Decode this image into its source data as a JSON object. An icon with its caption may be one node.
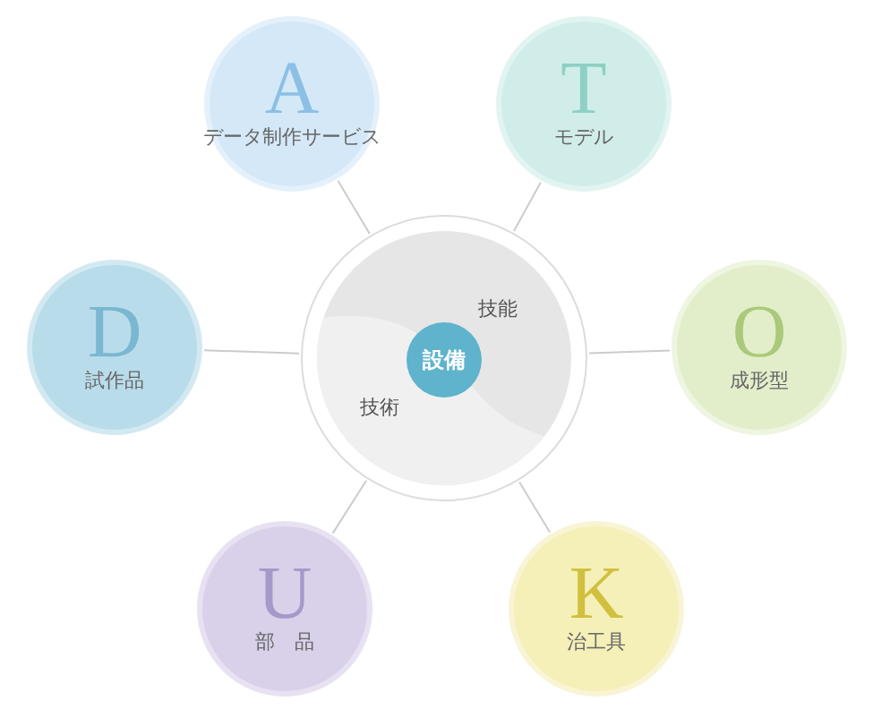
{
  "diagram": {
    "nodes": [
      {
        "text": [
          "技能",
          "技術"
        ]
      },
      {
        "text": [
          "設備"
        ],
        "in": 0
      },
      {
        "text": [
          "A",
          "データ制作サービス"
        ]
      },
      {
        "text": [
          "T",
          "モデル"
        ]
      },
      {
        "text": [
          "D",
          "試作品"
        ]
      },
      {
        "text": [
          "O",
          "成形型"
        ]
      },
      {
        "text": [
          "U",
          "部　品"
        ]
      },
      {
        "text": [
          "K",
          "治工具"
        ]
      }
    ],
    "edges": [
      {
        "from": 2,
        "to": 0,
        "arrow": "none"
      },
      {
        "from": 3,
        "to": 0,
        "arrow": "none"
      },
      {
        "from": 4,
        "to": 0,
        "arrow": "none"
      },
      {
        "from": 5,
        "to": 0,
        "arrow": "none"
      },
      {
        "from": 6,
        "to": 0,
        "arrow": "none"
      },
      {
        "from": 7,
        "to": 0,
        "arrow": "none"
      }
    ]
  }
}
